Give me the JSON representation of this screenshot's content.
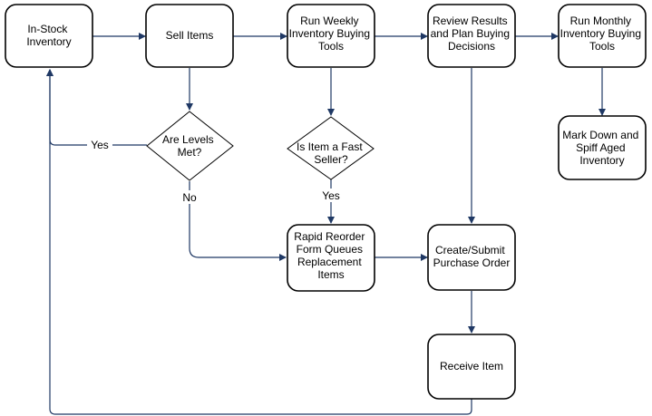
{
  "colors": {
    "edge": "#1f3864",
    "node_stroke": "#000000",
    "node_fill": "#ffffff",
    "background": "#ffffff"
  },
  "nodes": {
    "in_stock": {
      "shape": "rounded-rect",
      "lines": [
        "In-Stock",
        "Inventory"
      ]
    },
    "sell_items": {
      "shape": "rounded-rect",
      "lines": [
        "Sell Items"
      ]
    },
    "weekly_tools": {
      "shape": "rounded-rect",
      "lines": [
        "Run Weekly",
        "Inventory Buying",
        "Tools"
      ]
    },
    "review_results": {
      "shape": "rounded-rect",
      "lines": [
        "Review Results",
        "and Plan Buying",
        "Decisions"
      ]
    },
    "monthly_tools": {
      "shape": "rounded-rect",
      "lines": [
        "Run Monthly",
        "Inventory Buying",
        "Tools"
      ]
    },
    "levels_met": {
      "shape": "diamond",
      "lines": [
        "Are Levels",
        "Met?"
      ]
    },
    "fast_seller": {
      "shape": "diamond",
      "lines": [
        "Is Item a Fast",
        "Seller?"
      ]
    },
    "mark_down": {
      "shape": "rounded-rect",
      "lines": [
        "Mark Down and",
        "Spiff Aged",
        "Inventory"
      ]
    },
    "rapid_reorder": {
      "shape": "rounded-rect",
      "lines": [
        "Rapid Reorder",
        "Form Queues",
        "Replacement",
        "Items"
      ]
    },
    "purchase_order": {
      "shape": "rounded-rect",
      "lines": [
        "Create/Submit",
        "Purchase Order"
      ]
    },
    "receive_item": {
      "shape": "rounded-rect",
      "lines": [
        "Receive Item"
      ]
    }
  },
  "edge_labels": {
    "levels_yes": "Yes",
    "levels_no": "No",
    "fast_yes": "Yes"
  }
}
